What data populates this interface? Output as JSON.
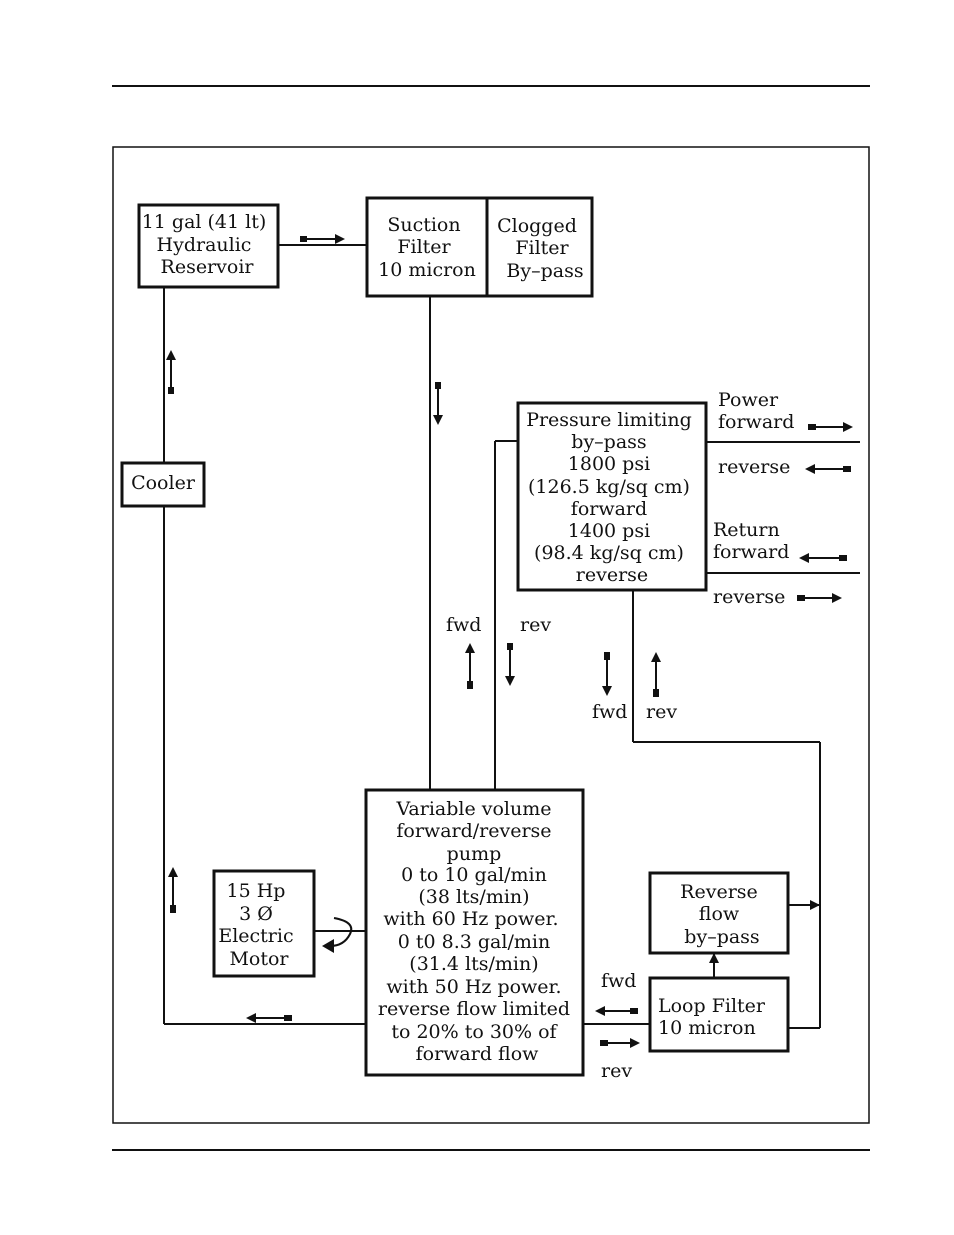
{
  "diagram": {
    "reservoir": [
      "11 gal (41 lt)",
      "Hydraulic",
      "Reservoir"
    ],
    "suction_filter": [
      "Suction",
      "Filter",
      "10 micron"
    ],
    "clogged_bypass": [
      "Clogged",
      "Filter",
      "By–pass"
    ],
    "pressure_bypass": [
      "Pressure limiting",
      "by–pass",
      "1800 psi",
      "(126.5 kg/sq cm)",
      "forward",
      "1400 psi",
      "(98.4 kg/sq cm)",
      "reverse"
    ],
    "cooler": "Cooler",
    "pump": [
      "Variable volume",
      "forward/reverse",
      "pump",
      "0 to 10 gal/min",
      "(38 lts/min)",
      "with 60 Hz power.",
      "0 t0 8.3 gal/min",
      "(31.4 lts/min)",
      "with 50 Hz power.",
      "reverse flow limited",
      "to 20% to 30% of",
      "forward flow"
    ],
    "motor": [
      "15 Hp",
      "3 Ø",
      "Electric",
      "Motor"
    ],
    "reverse_bypass": [
      "Reverse",
      "flow",
      "by–pass"
    ],
    "loop_filter": [
      "Loop Filter",
      "10 micron"
    ],
    "labels": {
      "power": "Power",
      "power_forward": "forward",
      "power_reverse": "reverse",
      "return": "Return",
      "return_forward": "forward",
      "return_reverse": "reverse",
      "fwd_pump_line": "fwd",
      "rev_pump_line": "rev",
      "fwd_return_line": "fwd",
      "rev_return_line": "rev",
      "fwd_loop": "fwd",
      "rev_loop": "rev"
    }
  }
}
